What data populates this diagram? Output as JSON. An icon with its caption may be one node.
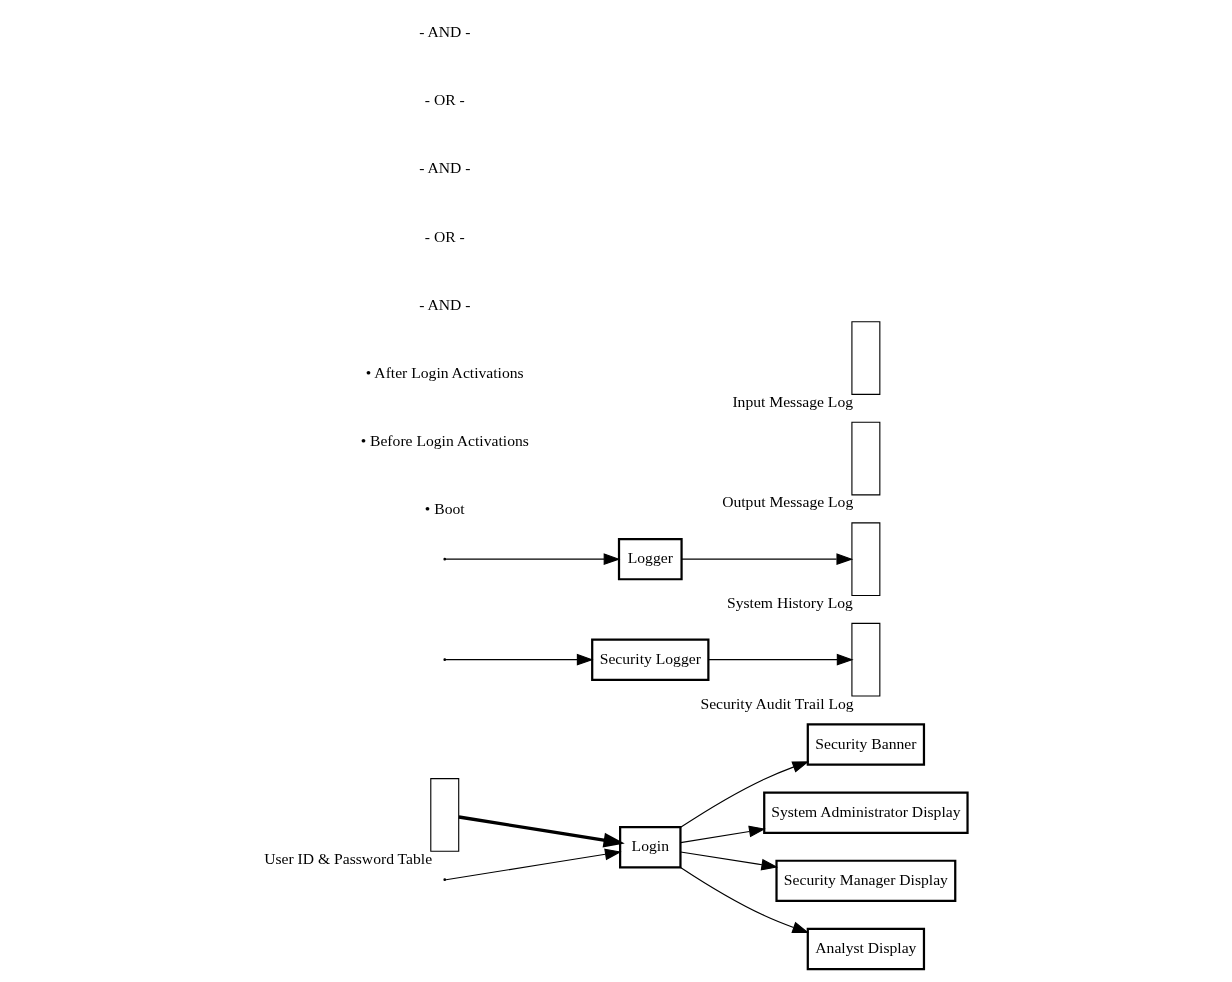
{
  "diagram": {
    "nodes": [
      {
        "text": [
          "Login"
        ]
      },
      {
        "text": [],
        "shape": "box",
        "beside": [
          "User ID & Password Table"
        ]
      },
      {
        "text": [
          "Security Banner"
        ]
      },
      {
        "text": [
          "System Administrator Display"
        ]
      },
      {
        "text": [
          "Security Manager Display"
        ]
      },
      {
        "text": [
          "Analyst Display"
        ]
      },
      {
        "text": [
          "Security Logger"
        ]
      },
      {
        "text": [],
        "shape": "box",
        "beside": [
          "Security Audit Trail Log"
        ]
      },
      {
        "text": [
          "Logger"
        ]
      },
      {
        "text": [],
        "shape": "box",
        "beside": [
          "System History Log"
        ]
      },
      {
        "text": [],
        "shape": "box",
        "beside": [
          "Output Message Log"
        ]
      },
      {
        "text": [],
        "shape": "box",
        "beside": [
          "Input Message Log"
        ]
      }
    ],
    "edges": [
      {
        "from": null,
        "to": 0,
        "arrow": "to"
      },
      {
        "from": null,
        "to": 6,
        "arrow": "to"
      },
      {
        "from": null,
        "to": 8,
        "arrow": "to"
      },
      {
        "from": 1,
        "to": 0,
        "arrow": "to",
        "style": "thick"
      },
      {
        "from": 0,
        "to": 2,
        "arrow": "to"
      },
      {
        "from": 0,
        "to": 3,
        "arrow": "to"
      },
      {
        "from": 0,
        "to": 4,
        "arrow": "to"
      },
      {
        "from": 0,
        "to": 5,
        "arrow": "to"
      },
      {
        "from": 6,
        "to": 7,
        "arrow": "to"
      },
      {
        "from": 8,
        "to": 9,
        "arrow": "to"
      }
    ],
    "labels": [
      "• Boot",
      "• Before Login Activations",
      "• After Login Activations",
      "- AND -",
      "- OR -",
      "- AND -",
      "- OR -",
      "- AND -"
    ]
  }
}
